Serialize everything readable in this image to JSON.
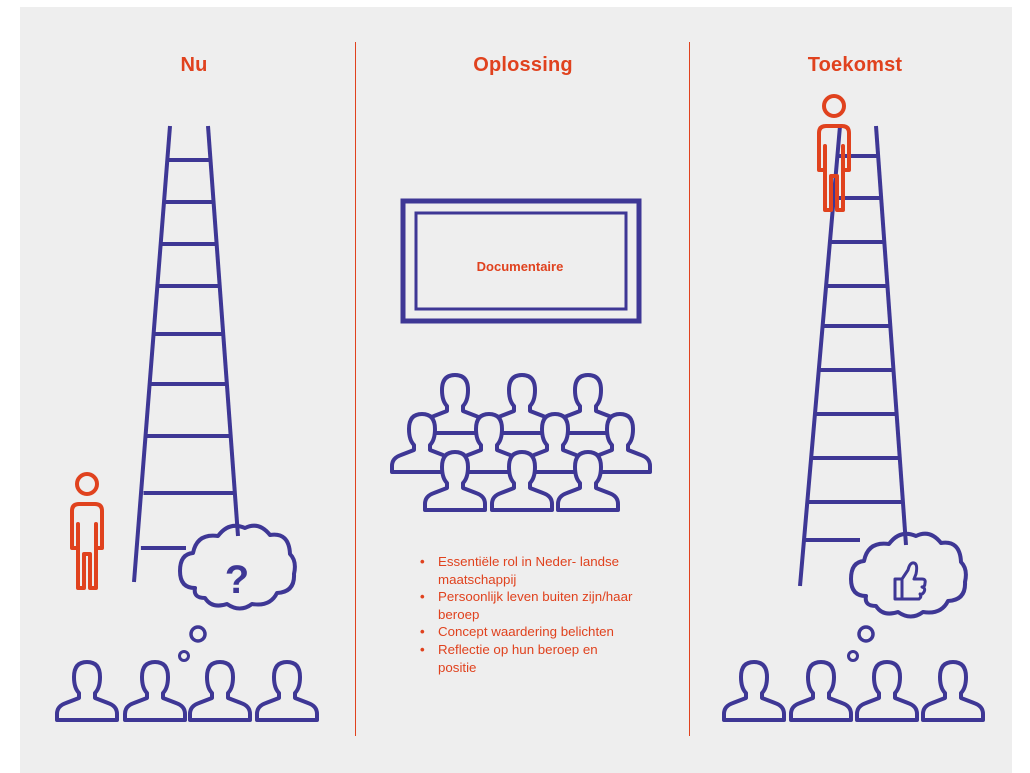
{
  "columns": [
    {
      "heading": "Nu"
    },
    {
      "heading": "Oplossing"
    },
    {
      "heading": "Toekomst"
    }
  ],
  "documentary": {
    "label": "Documentaire"
  },
  "bullets": [
    "Essentiële rol in Neder- landse maatschappij",
    "Persoonlijk leven buiten zijn/haar beroep",
    "Concept waardering belichten",
    "Reflectie op hun beroep en positie"
  ],
  "thought_bubble_now": {
    "symbol": "?",
    "icon": "question-mark-icon"
  },
  "thought_bubble_future": {
    "symbol": "",
    "icon": "thumbs-up-icon"
  },
  "colors": {
    "accent": "#e0421e",
    "figure": "#3e3795",
    "background": "#eeeeee"
  }
}
